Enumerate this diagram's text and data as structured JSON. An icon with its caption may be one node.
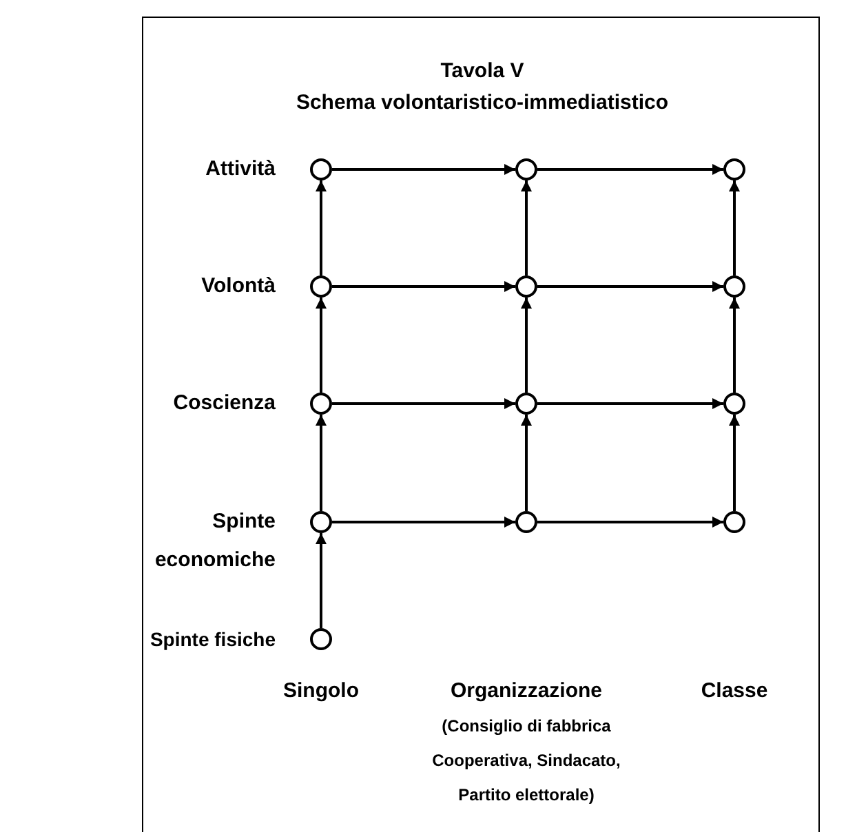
{
  "diagram": {
    "title": "Tavola V",
    "nodes": [
      {
        "text": [],
        "shape": "circle"
      },
      {
        "text": [],
        "shape": "circle"
      },
      {
        "text": [],
        "shape": "circle"
      },
      {
        "text": [],
        "shape": "circle"
      },
      {
        "text": [],
        "shape": "circle"
      },
      {
        "text": [],
        "shape": "circle"
      },
      {
        "text": [],
        "shape": "circle"
      },
      {
        "text": [],
        "shape": "circle"
      },
      {
        "text": [],
        "shape": "circle"
      },
      {
        "text": [],
        "shape": "circle"
      },
      {
        "text": [],
        "shape": "circle"
      },
      {
        "text": [],
        "shape": "circle"
      },
      {
        "text": [],
        "shape": "circle"
      }
    ],
    "edges": [
      {
        "from": 0,
        "to": 1,
        "arrow": "to"
      },
      {
        "from": 1,
        "to": 2,
        "arrow": "to"
      },
      {
        "from": 3,
        "to": 4,
        "arrow": "to"
      },
      {
        "from": 4,
        "to": 5,
        "arrow": "to"
      },
      {
        "from": 6,
        "to": 7,
        "arrow": "to"
      },
      {
        "from": 7,
        "to": 8,
        "arrow": "to"
      },
      {
        "from": 9,
        "to": 10,
        "arrow": "to"
      },
      {
        "from": 10,
        "to": 11,
        "arrow": "to"
      },
      {
        "from": 12,
        "to": 9,
        "arrow": "to"
      },
      {
        "from": 9,
        "to": 6,
        "arrow": "to"
      },
      {
        "from": 6,
        "to": 3,
        "arrow": "to"
      },
      {
        "from": 3,
        "to": 0,
        "arrow": "to"
      },
      {
        "from": 10,
        "to": 7,
        "arrow": "to"
      },
      {
        "from": 7,
        "to": 4,
        "arrow": "to"
      },
      {
        "from": 4,
        "to": 1,
        "arrow": "to"
      },
      {
        "from": 11,
        "to": 8,
        "arrow": "to"
      },
      {
        "from": 8,
        "to": 5,
        "arrow": "to"
      },
      {
        "from": 5,
        "to": 2,
        "arrow": "to"
      }
    ],
    "labels": [
      "Schema volontaristico-immediatistico",
      "Attività",
      "Volontà",
      "Coscienza",
      "Spinte economiche",
      "Spinte fisiche",
      "Singolo",
      "Organizzazione",
      "Classe",
      "(Consiglio di fabbrica Cooperativa, Sindacato, Partito elettorale)"
    ]
  }
}
